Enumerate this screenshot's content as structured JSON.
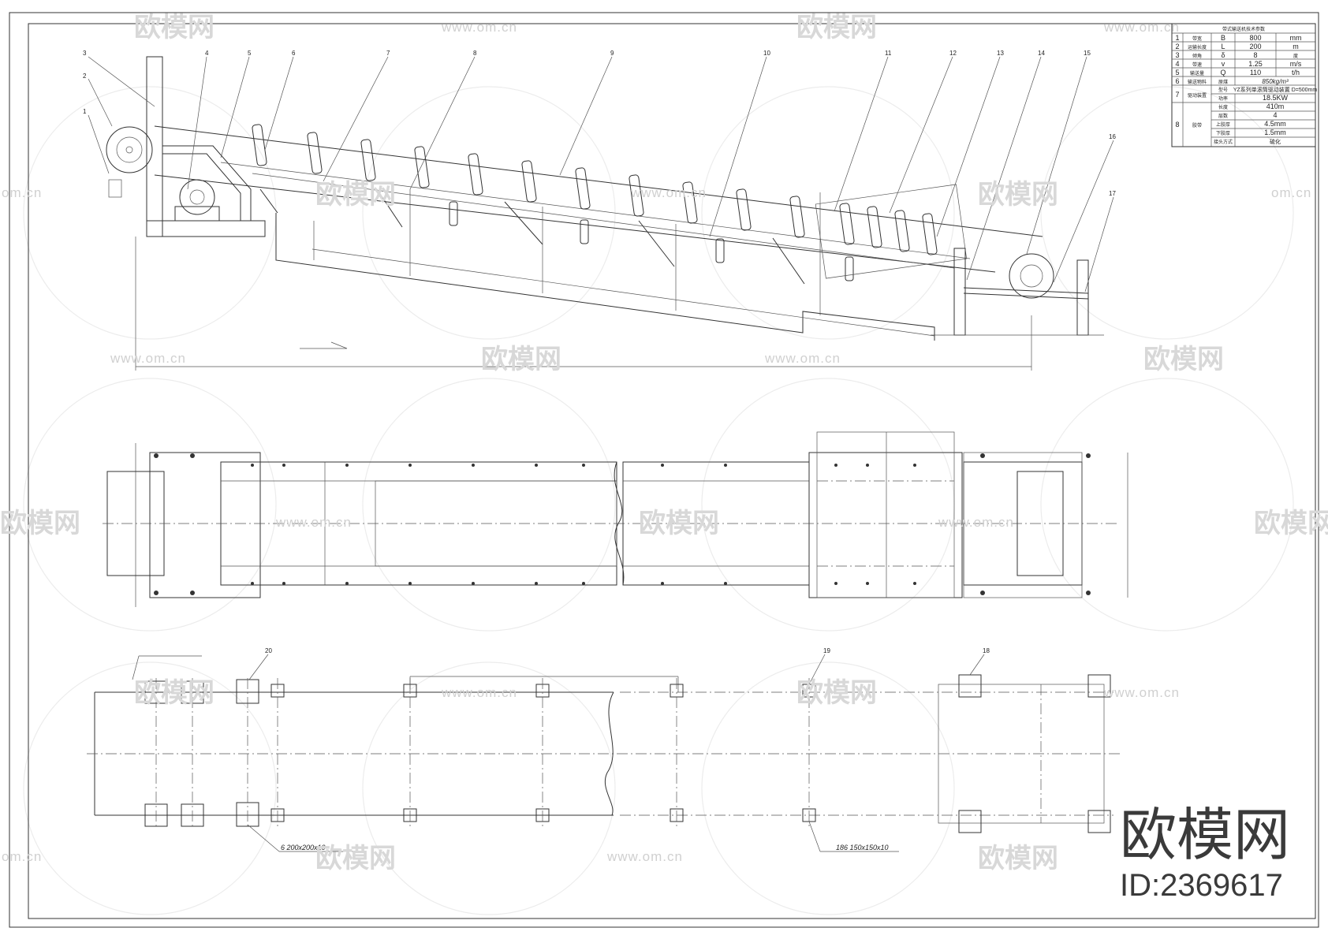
{
  "table": {
    "title": "带式输送机技术参数",
    "rows": [
      {
        "no": "1",
        "name": "带宽",
        "sym": "B",
        "val": "800",
        "unit": "mm"
      },
      {
        "no": "2",
        "name": "运输长度",
        "sym": "L",
        "val": "200",
        "unit": "m"
      },
      {
        "no": "3",
        "name": "倾角",
        "sym": "δ",
        "val": "8",
        "unit": "度"
      },
      {
        "no": "4",
        "name": "带速",
        "sym": "v",
        "val": "1.25",
        "unit": "m/s"
      },
      {
        "no": "5",
        "name": "输送量",
        "sym": "Q",
        "val": "110",
        "unit": "t/h"
      },
      {
        "no": "6",
        "name": "输送物料",
        "sym": "原煤",
        "val": "850kg/m³",
        "unit": ""
      }
    ],
    "row7": {
      "no": "7",
      "name": "驱动装置",
      "sub": "型号",
      "val": "YZ系列单滚筒驱动装置 D=500mm"
    },
    "row7b": {
      "sub": "功率",
      "val": "18.5KW"
    },
    "row8": {
      "no": "8",
      "name": "胶带",
      "items": [
        {
          "sub": "长度",
          "val": "410m"
        },
        {
          "sub": "层数",
          "val": "4"
        },
        {
          "sub": "上胶厚",
          "val": "4.5mm"
        },
        {
          "sub": "下胶厚",
          "val": "1.5mm"
        },
        {
          "sub": "接头方式",
          "val": "硫化"
        }
      ]
    }
  },
  "callouts": [
    "1",
    "2",
    "3",
    "4",
    "5",
    "6",
    "7",
    "8",
    "9",
    "10",
    "11",
    "12",
    "13",
    "14",
    "15",
    "16",
    "17",
    "18",
    "19",
    "20"
  ],
  "plan_notes": {
    "left": "6  200x200x10",
    "right": "186  150x150x10"
  },
  "watermark": {
    "brand": "欧模网",
    "url": "www.om.cn",
    "url_edge": "om.cn"
  },
  "footer": {
    "brand": "欧模网",
    "id": "ID:2369617"
  },
  "colors": {
    "line": "#333333",
    "watermark": "#d8d8d8",
    "brand": "#3a3a3a"
  }
}
